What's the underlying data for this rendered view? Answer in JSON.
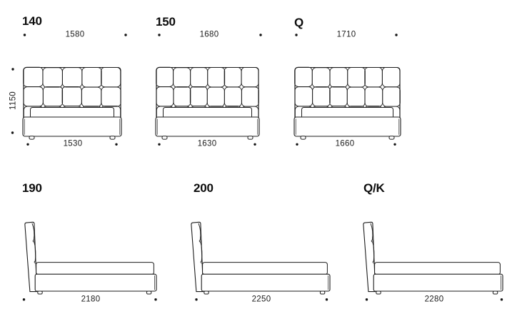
{
  "page": {
    "background": "#ffffff",
    "line_color": "#1c1c1c",
    "text_color": "#1c1c1c"
  },
  "figures": [
    {
      "id": "front-140",
      "label": "140",
      "view": "front",
      "dim_top": "1580",
      "dim_bottom": "1530",
      "dim_left": "1150",
      "headboard_columns": 5,
      "headboard_rows": 3
    },
    {
      "id": "front-150",
      "label": "150",
      "view": "front",
      "dim_top": "1680",
      "dim_bottom": "1630",
      "headboard_columns": 6,
      "headboard_rows": 3
    },
    {
      "id": "front-q",
      "label": "Q",
      "view": "front",
      "dim_top": "1710",
      "dim_bottom": "1660",
      "headboard_columns": 6,
      "headboard_rows": 3
    },
    {
      "id": "side-190",
      "label": "190",
      "view": "side",
      "dim_bottom": "2180"
    },
    {
      "id": "side-200",
      "label": "200",
      "view": "side",
      "dim_bottom": "2250"
    },
    {
      "id": "side-qk",
      "label": "Q/K",
      "view": "side",
      "dim_bottom": "2280"
    }
  ]
}
